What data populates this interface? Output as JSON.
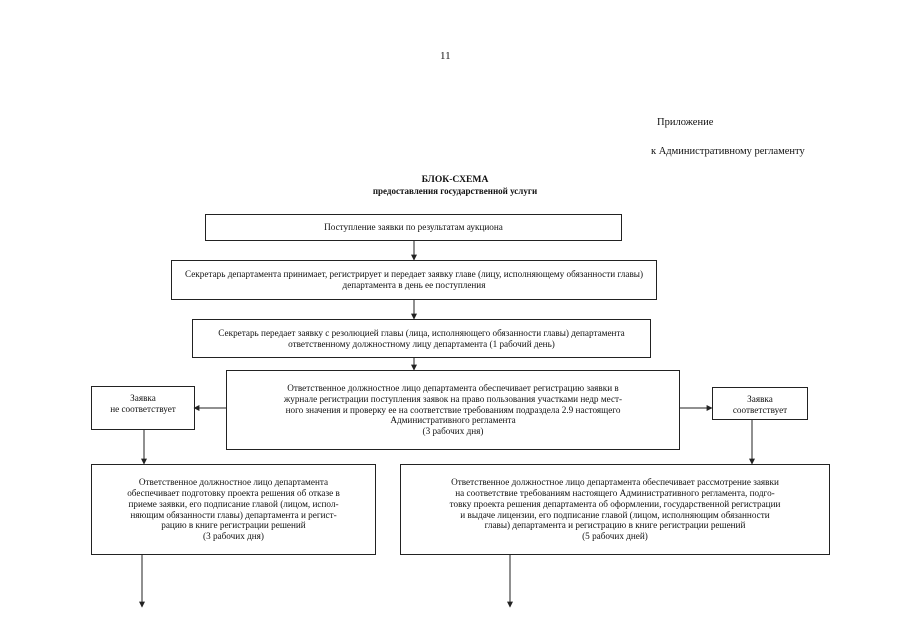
{
  "page_number": "11",
  "appendix": {
    "title": "Приложение",
    "subtitle": "к Административному регламенту"
  },
  "header": {
    "title": "БЛОК-СХЕМА",
    "subtitle": "предоставления государственной услуги"
  },
  "flow": {
    "step1": "Поступление заявки по результатам аукциона",
    "step2": "Секретарь департамента принимает, регистрирует и передает заявку главе (лицу, исполняющему обязанности главы)\nдепартамента в день ее поступления",
    "step3": "Секретарь передает заявку с резолюцией главы (лица, исполняющего обязанности главы) департамента\nответственному должностному лицу департамента (1 рабочий день)",
    "step4": "Ответственное должностное лицо департамента обеспечивает регистрацию заявки в\nжурнале регистрации поступления заявок на право пользования участками недр мест-\nного значения и проверку ее на соответствие требованиям подраздела 2.9 настоящего\nАдминистративного регламента\n(3 рабочих дня)",
    "left_condition": "Заявка\nне соответствует",
    "right_condition": "Заявка\nсоответствует",
    "left_result": "Ответственное должностное лицо департамента\nобеспечивает подготовку проекта решения об отказе в\nприеме заявки, его подписание главой (лицом, испол-\nняющим обязанности главы) департамента и регист-\nрацию в книге регистрации решений\n(3 рабочих дня)",
    "right_result": "Ответственное должностное лицо департамента обеспечивает рассмотрение заявки\nна соответствие требованиям настоящего Административного регламента, подго-\nтовку проекта решения департамента об оформлении, государственной регистрации\nи выдаче лицензии, его подписание главой (лицом, исполняющим обязанности\nглавы) департамента и регистрацию в книге регистрации решений\n(5 рабочих дней)"
  }
}
